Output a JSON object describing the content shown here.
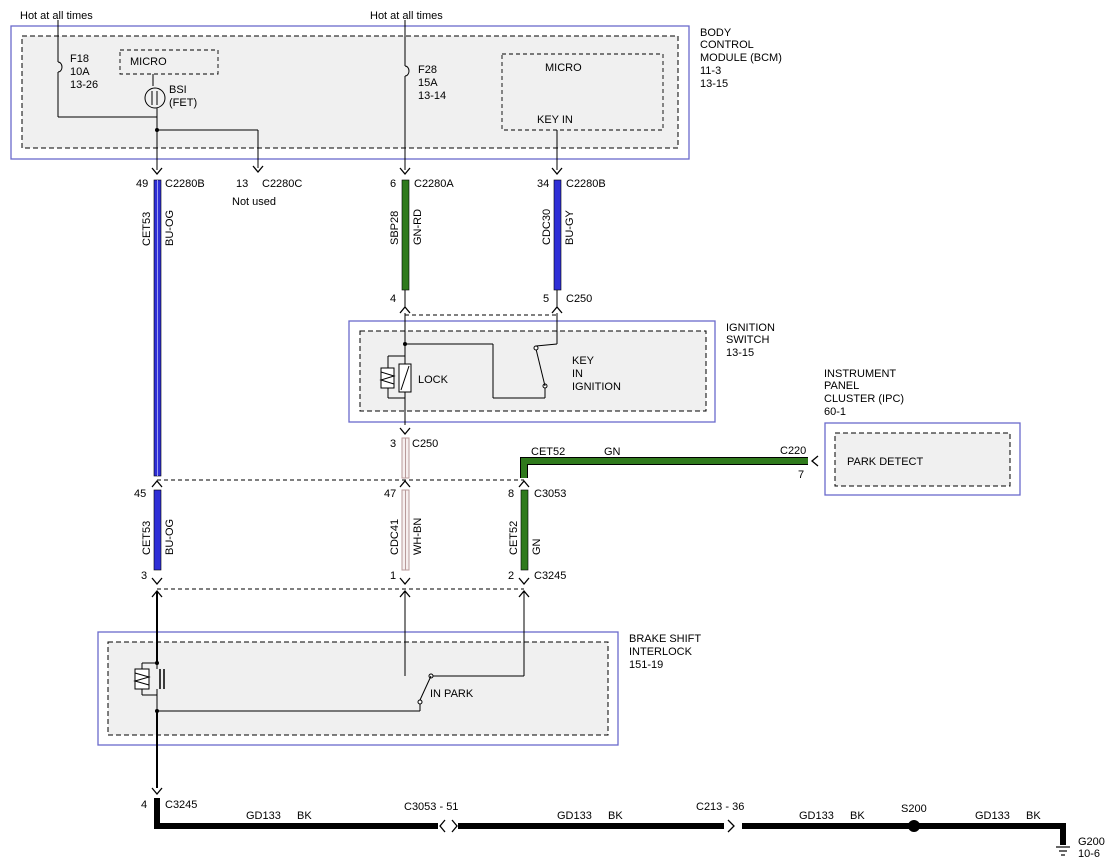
{
  "colors": {
    "blue_wire": "#2f2fd6",
    "green_wire": "#2f7a1c",
    "white_brown_wire": "#b89a9a",
    "black_wire": "#000000",
    "module_border": "#6a6acb"
  },
  "power": {
    "left_label": "Hot at all times",
    "center_label": "Hot at all times"
  },
  "bcm": {
    "title_lines": [
      "BODY",
      "CONTROL",
      "MODULE (BCM)",
      "11-3",
      "13-15"
    ],
    "fuse_f18": [
      "F18",
      "10A",
      "13-26"
    ],
    "fuse_f28": [
      "F28",
      "15A",
      "13-14"
    ],
    "micro_left": "MICRO",
    "micro_right": "MICRO",
    "bsi_lines": [
      "BSI",
      "(FET)"
    ],
    "key_in": "KEY IN"
  },
  "connectors": {
    "c49": {
      "pin": "49",
      "name": "C2280B"
    },
    "c13": {
      "pin": "13",
      "name": "C2280C"
    },
    "not_used": "Not used",
    "c6": {
      "pin": "6",
      "name": "C2280A"
    },
    "c34": {
      "pin": "34",
      "name": "C2280B"
    },
    "ign_top_pin_4": "4",
    "ign_top_pin_5": "5",
    "ign_top_name": "C250",
    "ign_bottom_pin": "3",
    "ign_bottom_name": "C250",
    "c3053_pin_45": "45",
    "c3053_pin_47": "47",
    "c3053_pin_8": "8",
    "c3053_name": "C3053",
    "c3245_pin_3": "3",
    "c3245_pin_1": "1",
    "c3245_pin_2": "2",
    "c3245_name": "C3245",
    "c220_name": "C220",
    "c220_pin": "7",
    "ground_pin": "4",
    "ground_conn": "C3245",
    "inline_c3053": "C3053 - 51",
    "inline_c213": "C213 - 36",
    "splice": "S200",
    "ground_lines": [
      "G200",
      "10-6"
    ]
  },
  "wires": {
    "cet53_a": {
      "circuit": "CET53",
      "color": "BU-OG"
    },
    "sbp28": {
      "circuit": "SBP28",
      "color": "GN-RD"
    },
    "cdc30": {
      "circuit": "CDC30",
      "color": "BU-GY"
    },
    "cet52_h": {
      "circuit": "CET52",
      "color": "GN"
    },
    "cet53_b": {
      "circuit": "CET53",
      "color": "BU-OG"
    },
    "cdc41": {
      "circuit": "CDC41",
      "color": "WH-BN"
    },
    "cet52_v": {
      "circuit": "CET52",
      "color": "GN"
    },
    "gd133": {
      "circuit": "GD133",
      "color": "BK"
    }
  },
  "ignition": {
    "title_lines": [
      "IGNITION",
      "SWITCH",
      "13-15"
    ],
    "lock": "LOCK",
    "key_lines": [
      "KEY",
      "IN",
      "IGNITION"
    ]
  },
  "ipc": {
    "title_lines": [
      "INSTRUMENT",
      "PANEL",
      "CLUSTER (IPC)",
      "60-1"
    ],
    "park_detect": "PARK DETECT"
  },
  "bsi_module": {
    "title_lines": [
      "BRAKE SHIFT",
      "INTERLOCK",
      "151-19"
    ],
    "in_park": "IN PARK"
  }
}
